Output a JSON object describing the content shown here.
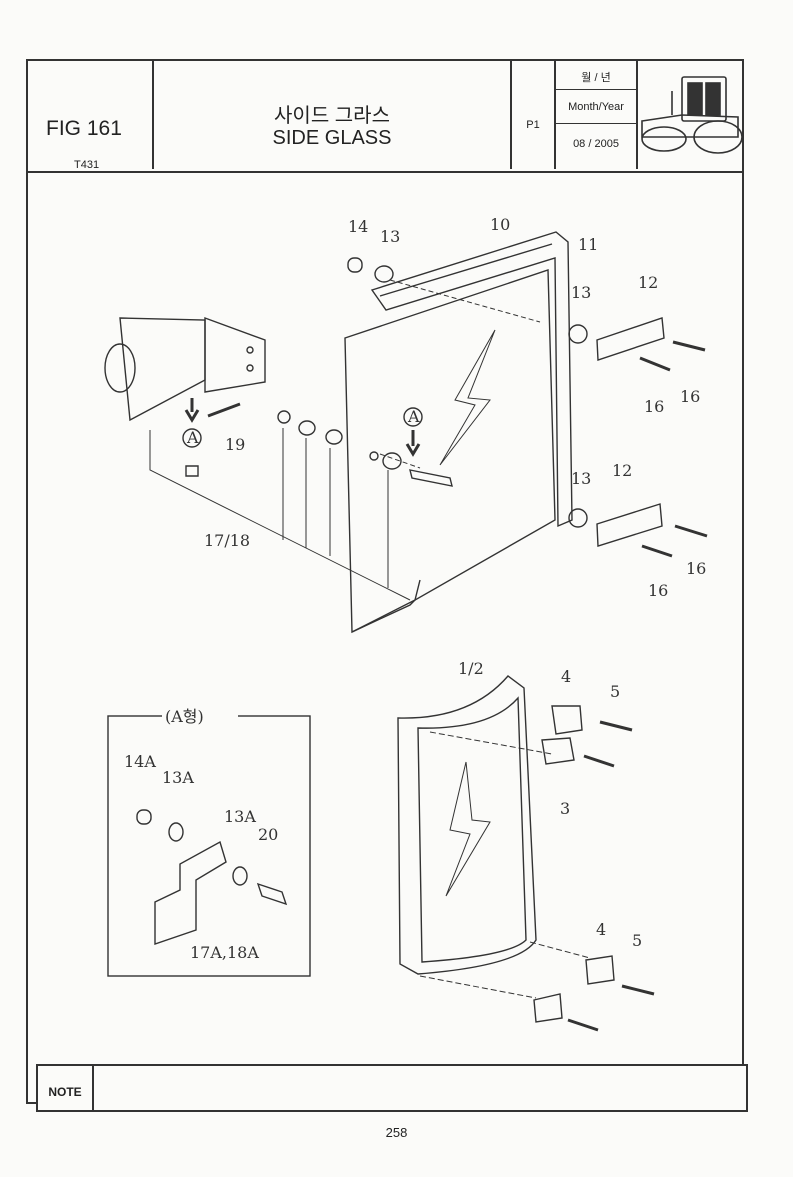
{
  "header": {
    "fig_label": "FIG 161",
    "model": "T431",
    "title_ko": "사이드 그라스",
    "title_en": "SIDE GLASS",
    "page_code": "P1",
    "date_label_ko": "월 / 년",
    "date_label_en": "Month/Year",
    "date_value": "08 / 2005"
  },
  "diagram": {
    "callouts": {
      "c14": "14",
      "c13a": "13",
      "c10": "10",
      "c11": "11",
      "c12a": "12",
      "c13b": "13",
      "c16a": "16",
      "c16b": "16",
      "cA1": "A",
      "c19": "19",
      "cA2": "A",
      "c1718": "17/18",
      "c13c": "13",
      "c12b": "12",
      "c16c": "16",
      "c16d": "16",
      "c12": "1/2",
      "c4a": "4",
      "c5a": "5",
      "c3": "3",
      "c4b": "4",
      "c5b": "5"
    },
    "inset": {
      "title": "(A형)",
      "c14A": "14A",
      "c13A1": "13A",
      "c13A2": "13A",
      "c20": "20",
      "c17A18A": "17A,18A"
    }
  },
  "footer": {
    "note_label": "NOTE",
    "page_number": "258"
  }
}
